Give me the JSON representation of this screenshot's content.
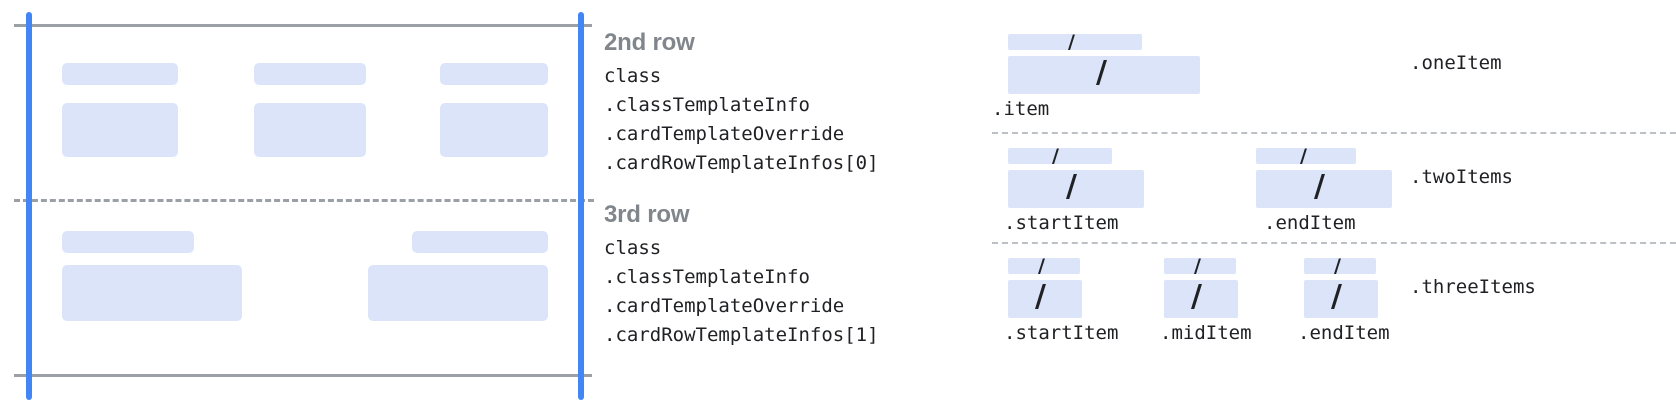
{
  "colors": {
    "blue_block": "#dbe4f9",
    "guide_blue": "#4285f4",
    "rule_gray": "#9aa0a6",
    "dash_gray": "#bdc1c6",
    "heading_gray": "#80868b",
    "code_black": "#202124"
  },
  "left_diagram": {
    "row2_blocks": [
      {
        "label_bar": true
      },
      {
        "label_bar": true
      },
      {
        "label_bar": true
      }
    ],
    "row3_blocks": [
      {
        "label_bar": true
      },
      {
        "label_bar": true
      }
    ]
  },
  "mid_column": {
    "rows": [
      {
        "heading": "2nd row",
        "code_lines": [
          "class",
          ".classTemplateInfo",
          ".cardTemplateOverride",
          ".cardRowTemplateInfos[0]"
        ]
      },
      {
        "heading": "3rd row",
        "code_lines": [
          "class",
          ".classTemplateInfo",
          ".cardTemplateOverride",
          ".cardRowTemplateInfos[1]"
        ]
      }
    ]
  },
  "right_diagram": {
    "slash_glyph": "/",
    "variants": [
      {
        "variant_label": ".oneItem",
        "items": [
          {
            "label": ".item"
          }
        ]
      },
      {
        "variant_label": ".twoItems",
        "items": [
          {
            "label": ".startItem"
          },
          {
            "label": ".endItem"
          }
        ]
      },
      {
        "variant_label": ".threeItems",
        "items": [
          {
            "label": ".startItem"
          },
          {
            "label": ".midItem"
          },
          {
            "label": ".endItem"
          }
        ]
      }
    ]
  }
}
